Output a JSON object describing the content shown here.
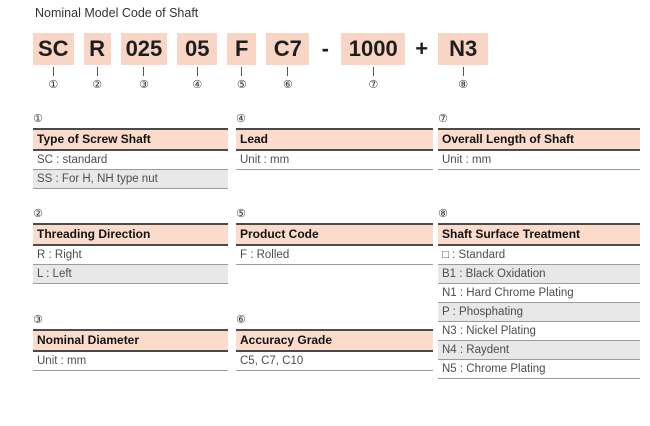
{
  "page": {
    "title": "Nominal Model Code of Shaft"
  },
  "colors": {
    "code_box_pink": "#f8d5c4",
    "table_header_pink": "#fadbcc",
    "row_stripe_gray": "#e8e8e8",
    "header_border_dark": "#4a4a4a",
    "row_border_gray": "#9b9b9b",
    "code_text": "#1d1d1d"
  },
  "model_code": {
    "segments": [
      {
        "text": "SC",
        "ref": "①",
        "boxed": true
      },
      {
        "text": "R",
        "ref": "②",
        "boxed": true
      },
      {
        "text": "025",
        "ref": "③",
        "boxed": true
      },
      {
        "text": "05",
        "ref": "④",
        "boxed": true
      },
      {
        "text": "F",
        "ref": "⑤",
        "boxed": true
      },
      {
        "text": "C7",
        "ref": "⑥",
        "boxed": true
      },
      {
        "text": "-",
        "ref": "",
        "boxed": false
      },
      {
        "text": "1000",
        "ref": "⑦",
        "boxed": true
      },
      {
        "text": "+",
        "ref": "",
        "boxed": false
      },
      {
        "text": "N3",
        "ref": "⑧",
        "boxed": true
      }
    ]
  },
  "tables": [
    {
      "ref": "①",
      "header": "Type of Screw Shaft",
      "rows": [
        "SC : standard",
        "SS : For H, NH type nut"
      ]
    },
    {
      "ref": "②",
      "header": "Threading Direction",
      "rows": [
        "R : Right",
        "L : Left"
      ]
    },
    {
      "ref": "③",
      "header": "Nominal Diameter",
      "rows": [
        "Unit : mm"
      ]
    },
    {
      "ref": "④",
      "header": "Lead",
      "rows": [
        "Unit : mm"
      ]
    },
    {
      "ref": "⑤",
      "header": "Product Code",
      "rows": [
        "F : Rolled"
      ]
    },
    {
      "ref": "⑥",
      "header": "Accuracy Grade",
      "rows": [
        "C5, C7, C10"
      ]
    },
    {
      "ref": "⑦",
      "header": "Overall Length of Shaft",
      "rows": [
        "Unit : mm"
      ]
    },
    {
      "ref": "⑧",
      "header": "Shaft Surface Treatment",
      "rows": [
        "□ : Standard",
        "B1 : Black Oxidation",
        "N1 : Hard Chrome Plating",
        "P : Phosphating",
        "N3 : Nickel Plating",
        "N4 : Raydent",
        "N5 : Chrome Plating"
      ]
    }
  ]
}
